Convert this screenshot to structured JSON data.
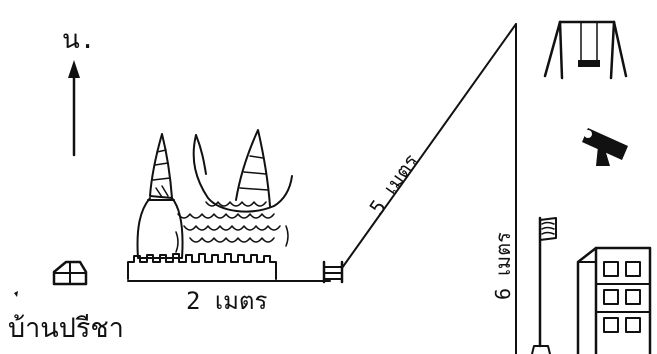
{
  "north_label": "น.",
  "house_label": "บ้านปรีชา",
  "segments": {
    "horizontal": "2 เมตร",
    "diagonal": "5 เมตร",
    "vertical": "6 เมตร"
  },
  "colors": {
    "ink": "#111111",
    "background": "#ffffff"
  },
  "icons": [
    "north-arrow-icon",
    "house-icon",
    "pagoda-temple-icon",
    "ladder-icon",
    "swing-icon",
    "telescope-icon",
    "flag-icon",
    "building-icon"
  ]
}
